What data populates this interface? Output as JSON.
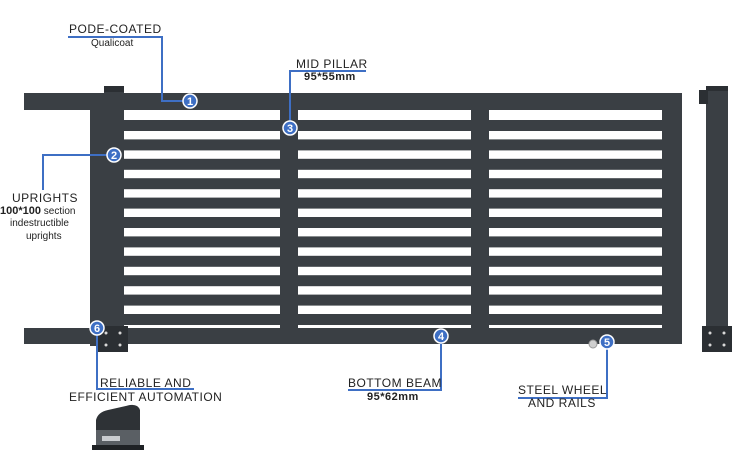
{
  "callouts": [
    {
      "number": "1",
      "title": "PODE-COATED",
      "subtitle": "Qualicoat"
    },
    {
      "number": "2",
      "title": "UPRIGHTS",
      "subtitle_bold": "100*100",
      "subtitle": "section",
      "line3": "indestructible",
      "line4": "uprights"
    },
    {
      "number": "3",
      "title": "MID PILLAR",
      "subtitle_bold": "95*55mm"
    },
    {
      "number": "4",
      "title": "BOTTOM BEAM",
      "subtitle_bold": "95*62mm"
    },
    {
      "number": "5",
      "title": "STEEL WHEEL",
      "subtitle": "AND RAILS"
    },
    {
      "number": "6",
      "title": "RELIABLE AND",
      "subtitle": "EFFICIENT AUTOMATION"
    }
  ],
  "colors": {
    "frame": "#3a3f44",
    "frame_dark": "#2b2f33",
    "callout": "#3e6fc4",
    "bolt": "#d8d8d8"
  }
}
